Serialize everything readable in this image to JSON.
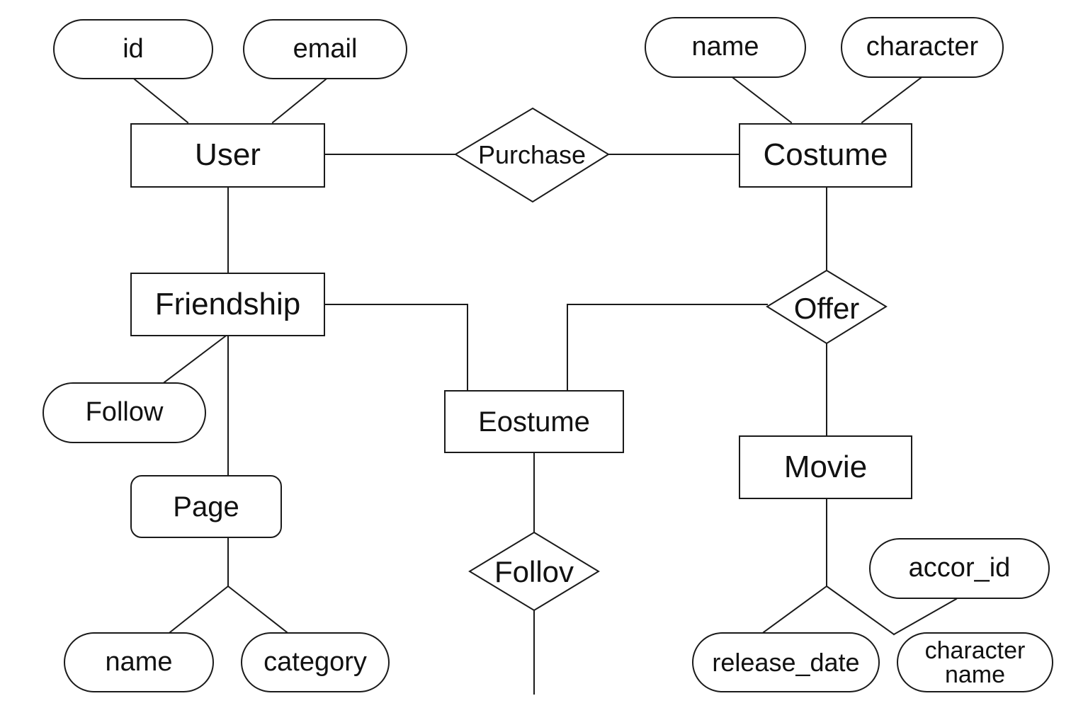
{
  "entities": {
    "user": "User",
    "costume_top": "Costume",
    "friendship": "Friendship",
    "costume_mid": "Eostume",
    "movie": "Movie",
    "page": "Page"
  },
  "relationships": {
    "purchase": "Purchase",
    "offer": "Offer",
    "follow_diamond": "Follov"
  },
  "attributes": {
    "user_id": "id",
    "user_email": "email",
    "costume_name": "name",
    "costume_character": "character",
    "friendship_follow": "Follow",
    "page_name": "name",
    "page_category": "category",
    "movie_actor_id": "accor_id",
    "movie_release_date": "release_date",
    "movie_character_name": "character\nname"
  }
}
